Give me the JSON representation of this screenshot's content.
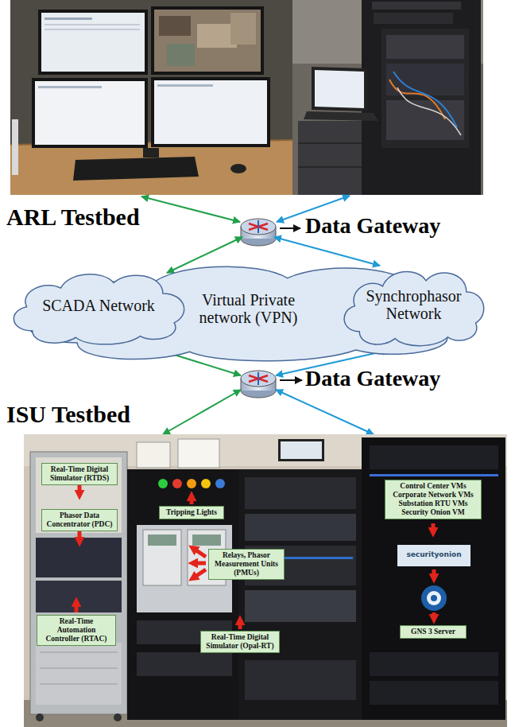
{
  "diagram": {
    "nodes": [
      {
        "text": [
          "Virtual Private network (VPN)"
        ]
      },
      {
        "text": [
          "SCADA Network"
        ],
        "in": 0
      },
      {
        "text": [
          "Synchrophasor Network"
        ],
        "in": 0
      },
      {
        "text": [
          "Real-Time Digital Simulator (RTDS)"
        ]
      },
      {
        "text": [
          "Control Center VMs Corporate Network VMs Substation RTU VMs Security Onion VM"
        ]
      },
      {
        "text": [
          "Tripping Lights"
        ]
      },
      {
        "text": [
          "Phasor Data Concentrator (PDC)"
        ]
      },
      {
        "text": [
          "Relays, Phasor Measurement Units (PMUs)"
        ]
      },
      {
        "text": [
          "Real-Time Automation Controller (RTAC)"
        ]
      },
      {
        "text": [
          "Real-Time Digital Simulator (Opal-RT)"
        ]
      },
      {
        "text": [
          "GNS 3 Server"
        ]
      }
    ],
    "labels": [
      "ARL Testbed",
      "Data Gateway",
      "Data Gateway",
      "ISU Testbed",
      "securityonion"
    ]
  }
}
